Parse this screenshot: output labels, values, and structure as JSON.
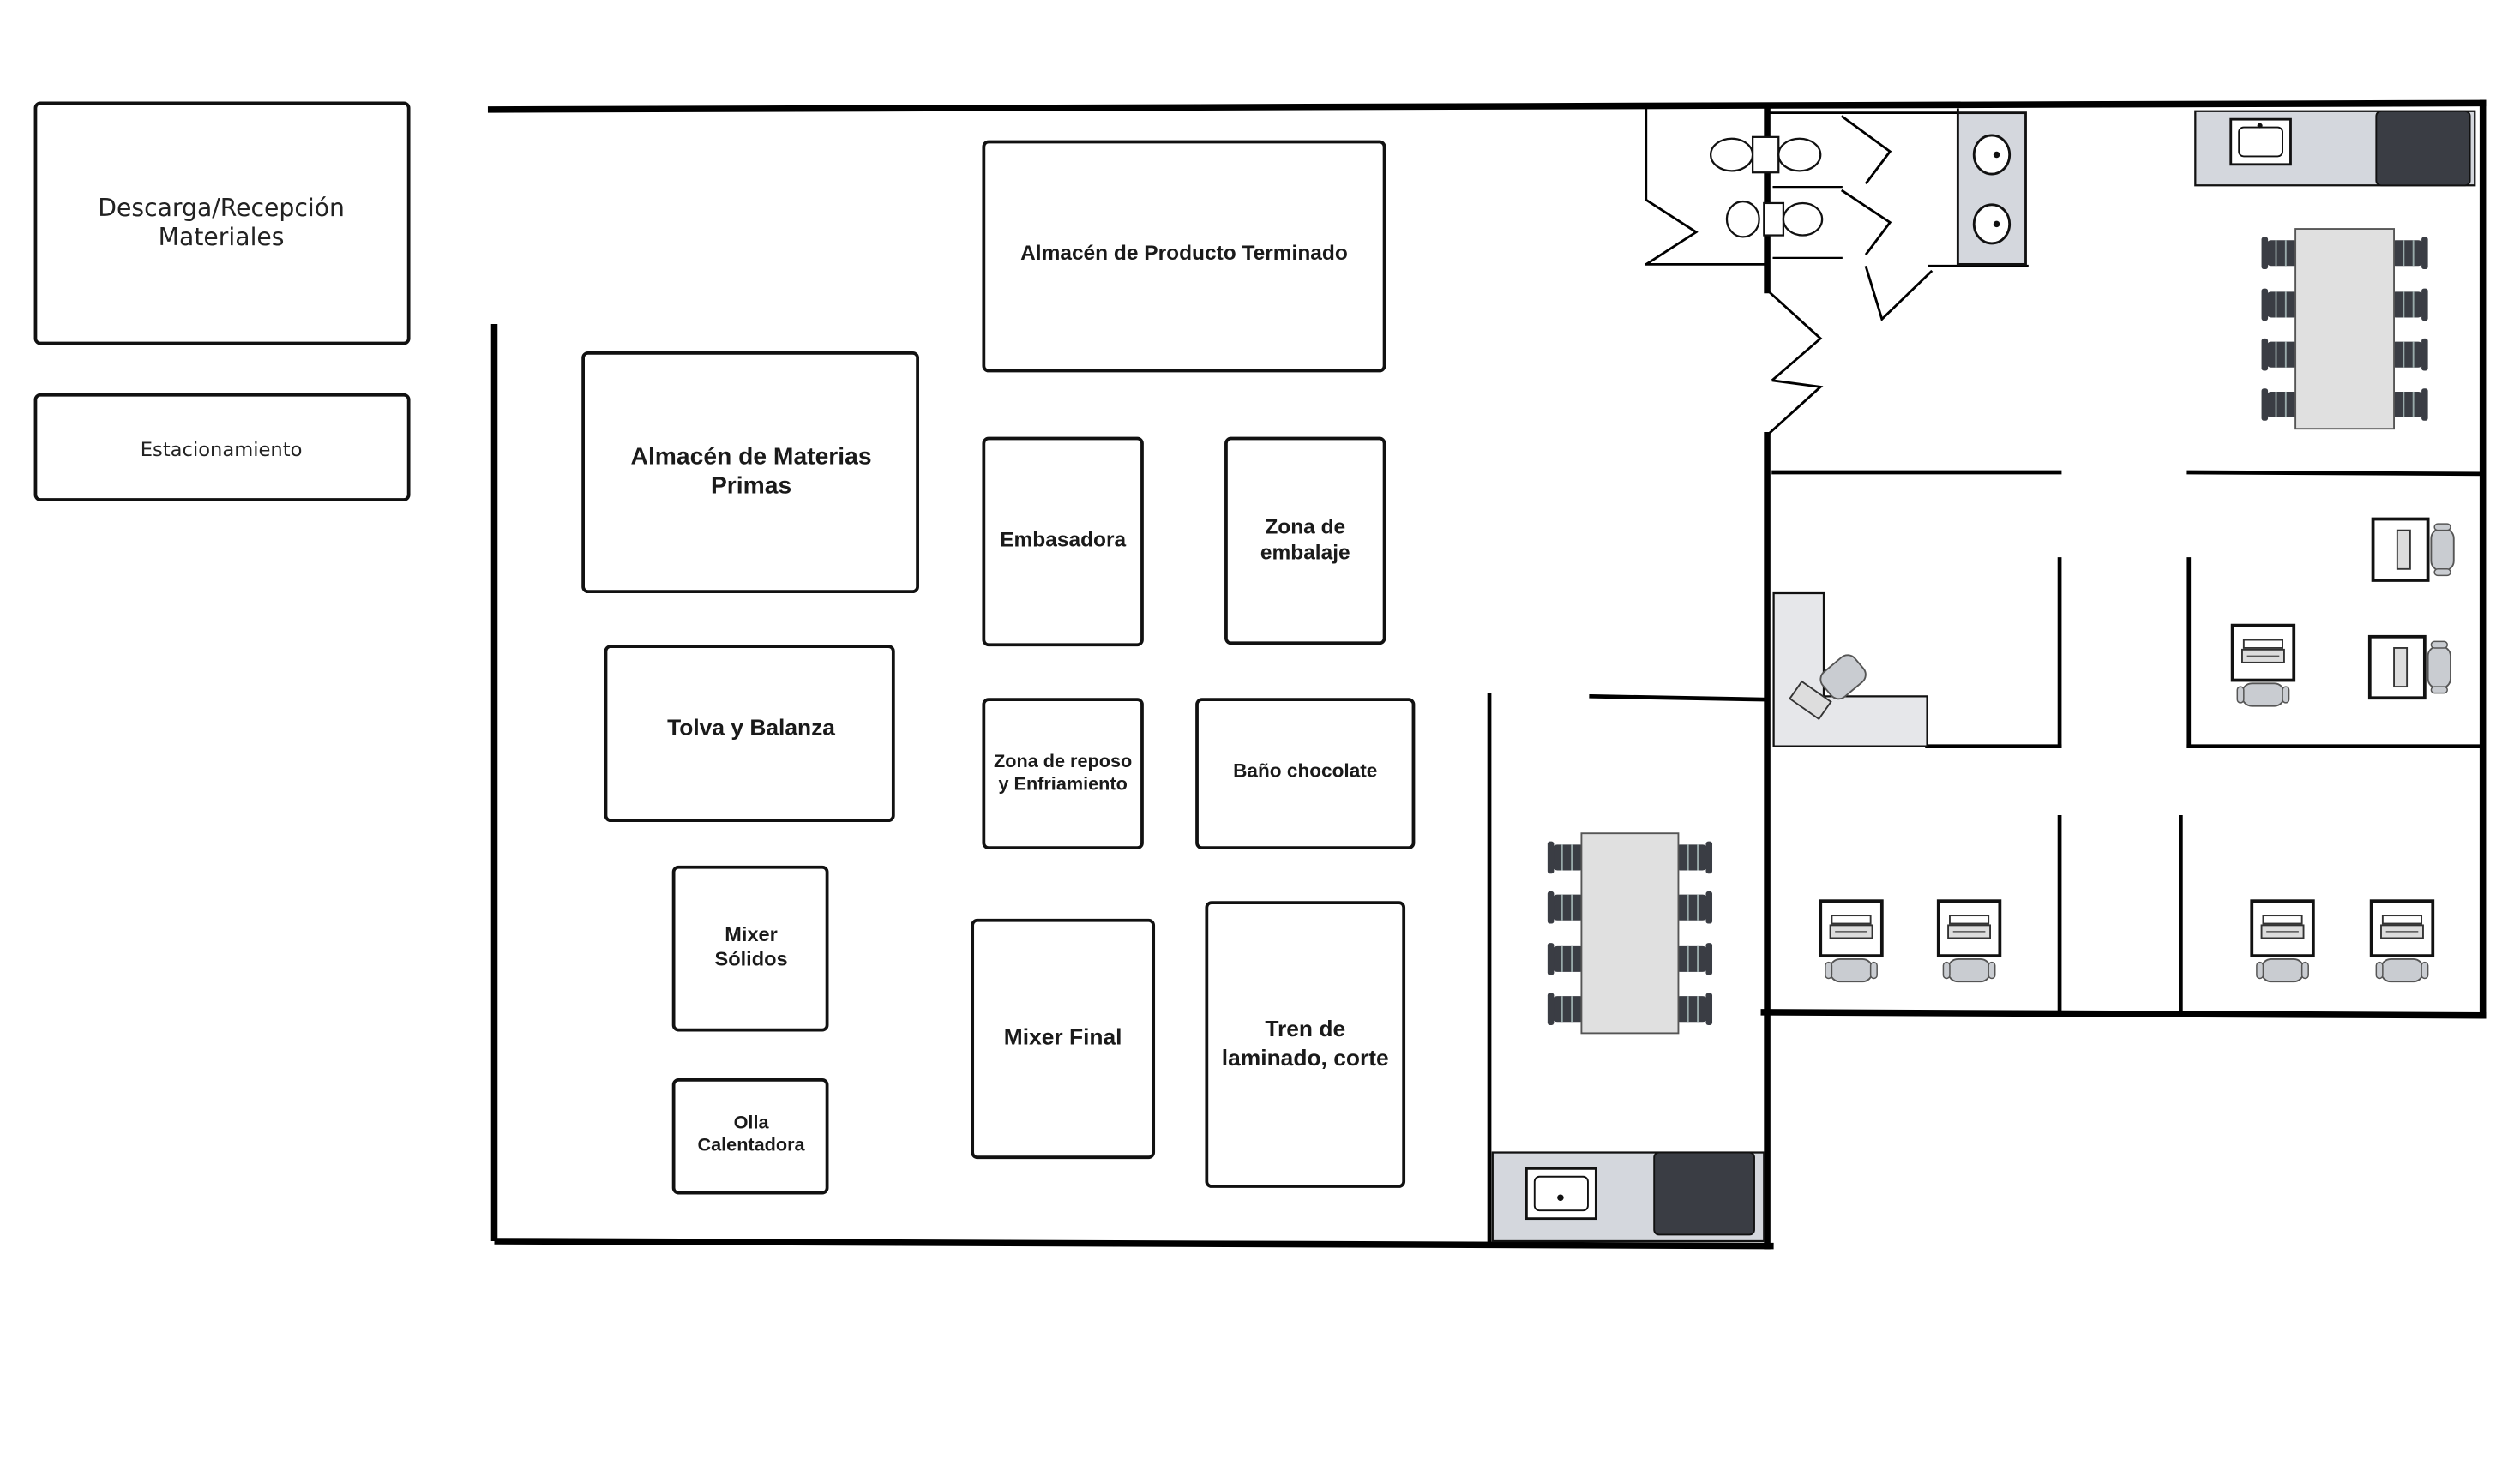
{
  "areas": {
    "descarga": [
      "Descarga/Recepción",
      "Materiales"
    ],
    "estacionamiento": [
      "Estacionamiento"
    ],
    "almacen_producto": [
      "Almacén de Producto Terminado"
    ],
    "almacen_materias": [
      "Almacén de Materias",
      "Primas"
    ],
    "embasadora": [
      "Embasadora"
    ],
    "zona_embalaje": [
      "Zona de",
      "embalaje"
    ],
    "tolva": [
      "Tolva y Balanza"
    ],
    "zona_reposo": [
      "Zona de reposo",
      "y Enfriamiento"
    ],
    "bano_chocolate": [
      "Baño chocolate"
    ],
    "mixer_solidos": [
      "Mixer",
      "Sólidos"
    ],
    "mixer_final": [
      "Mixer Final"
    ],
    "tren_laminado": [
      "Tren de",
      "laminado, corte"
    ],
    "olla": [
      "Olla",
      "Calentadora"
    ]
  },
  "colors": {
    "wall": "#000000",
    "counter": "#d4d7dd",
    "appliance": "#3a3d44",
    "table": "#e0e0e0",
    "chair": "#3a3d44",
    "box_stroke": "#111111"
  },
  "icons": [
    "toilet-icon",
    "sink-icon",
    "stove-icon",
    "chair-icon",
    "desk-computer-icon",
    "office-chair-icon"
  ]
}
